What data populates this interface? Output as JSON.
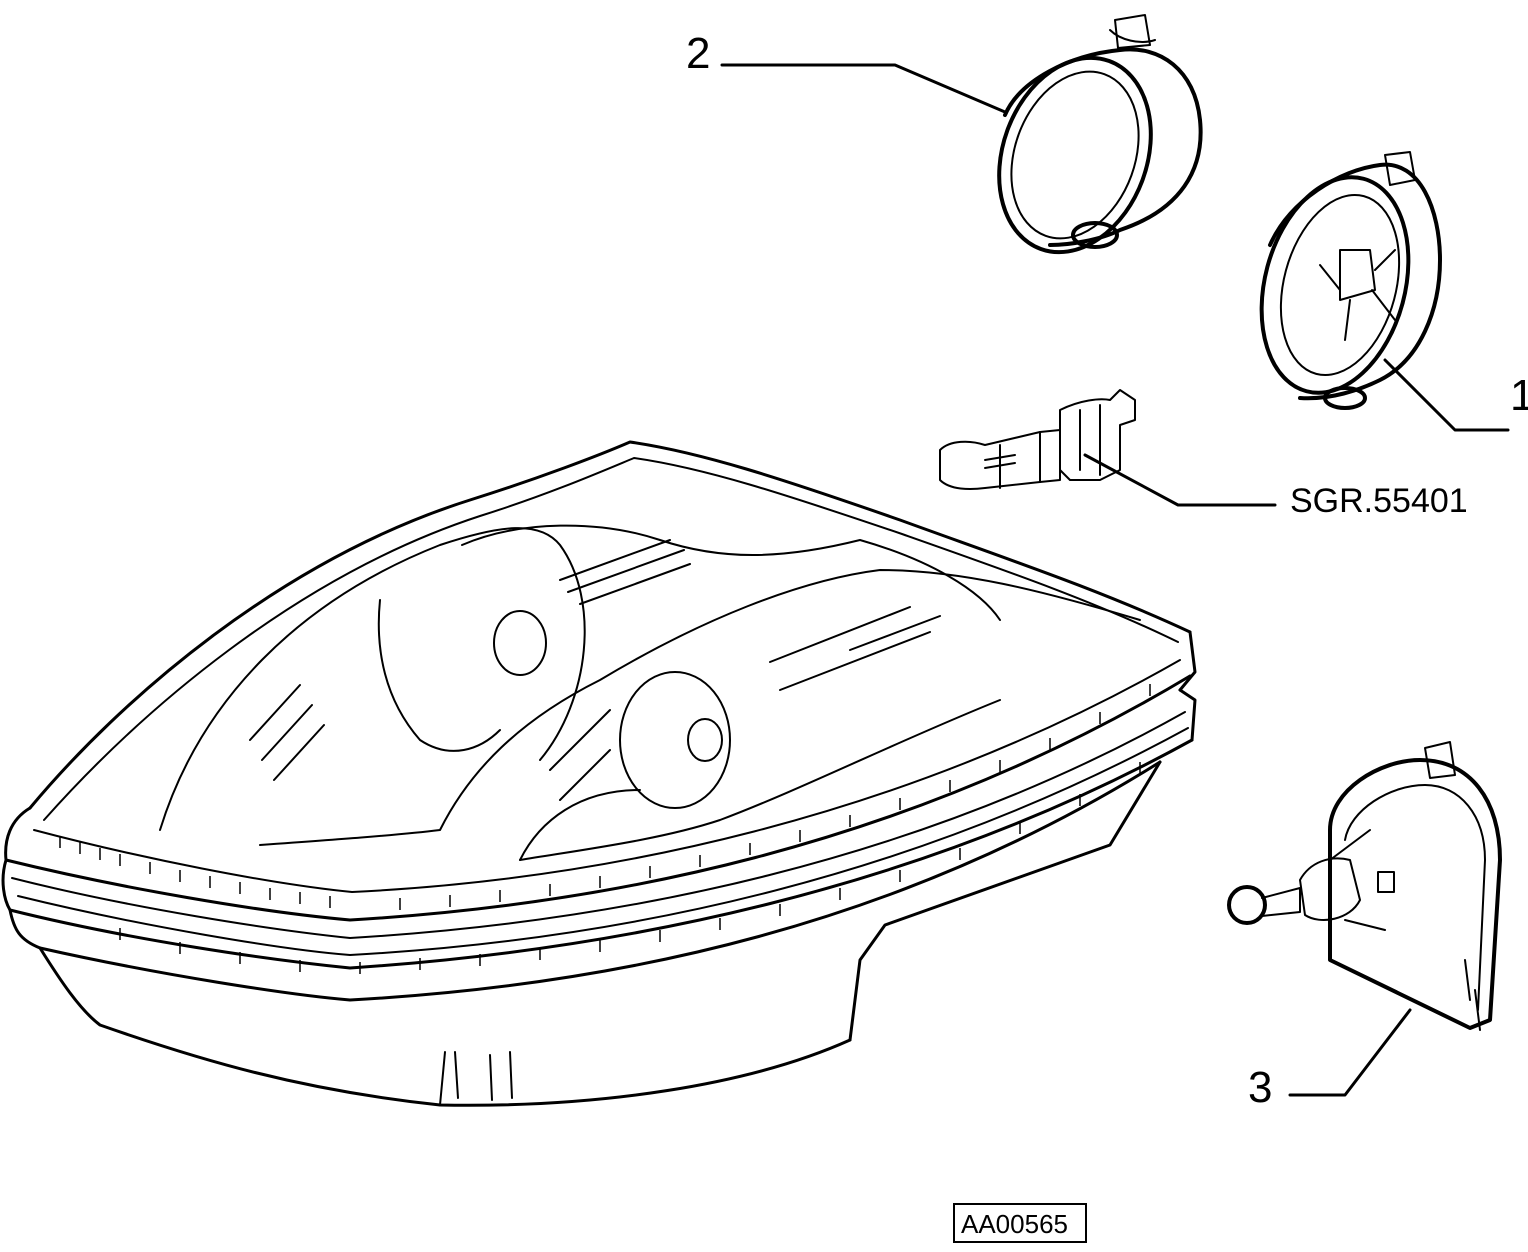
{
  "callouts": {
    "item1": "1",
    "item2": "2",
    "item3": "3",
    "bulb_ref": "SGR.55401"
  },
  "figure_code": "AA00565",
  "parts": [
    {
      "name": "headlamp-assembly-icon"
    },
    {
      "name": "cap-1-icon"
    },
    {
      "name": "cap-2-icon"
    },
    {
      "name": "bulb-icon"
    },
    {
      "name": "actuator-3-icon"
    }
  ]
}
